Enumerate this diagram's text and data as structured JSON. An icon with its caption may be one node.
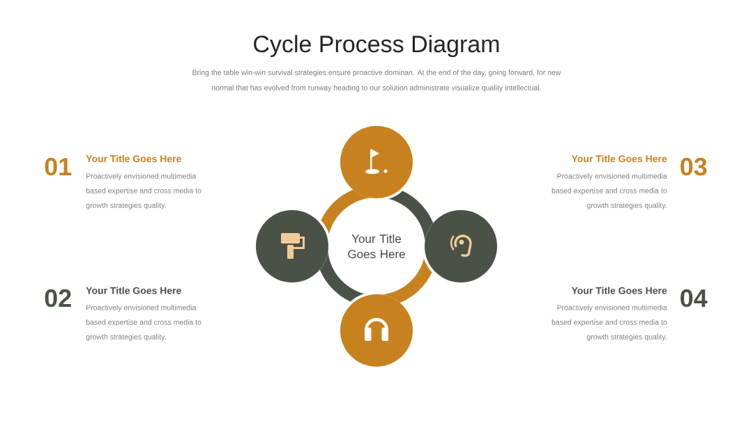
{
  "diagram": {
    "title": "Cycle Process Diagram",
    "nodes": [
      {
        "text": [
          "Your Title Goes Here"
        ]
      },
      {
        "text": [],
        "shape": "circle"
      },
      {
        "text": [],
        "shape": "circle"
      },
      {
        "text": [],
        "shape": "circle"
      },
      {
        "text": [],
        "shape": "circle"
      }
    ],
    "edges": [
      {
        "from": 1,
        "to": 4,
        "arrow": "none",
        "color": "#c7821f"
      },
      {
        "from": 2,
        "to": 1,
        "arrow": "none",
        "color": "#4a5247"
      },
      {
        "from": 3,
        "to": 2,
        "arrow": "none",
        "color": "#c7821f"
      },
      {
        "from": 4,
        "to": 3,
        "arrow": "none",
        "color": "#4a5247"
      }
    ],
    "labels": [
      "Bring the table win-win survival strategies ensure proactive dominan. At the end of the day, going forward, for new normal that has evolved from runway heading to our solution administrate visualize quality intellectual.",
      "01",
      "Your Title Goes Here",
      "Proactively envisioned multimedia based expertise and cross media to growth strategies quality.",
      "Your Title Goes Here",
      "03",
      "Proactively envisioned multimedia based expertise and cross media to growth strategies quality.",
      "02",
      "Your Title Goes Here",
      "Proactively envisioned multimedia based expertise and cross media to growth strategies quality.",
      "Your Title Goes Here",
      "04",
      "Proactively envisioned multimedia based expertise and cross media to growth strategies quality."
    ]
  }
}
